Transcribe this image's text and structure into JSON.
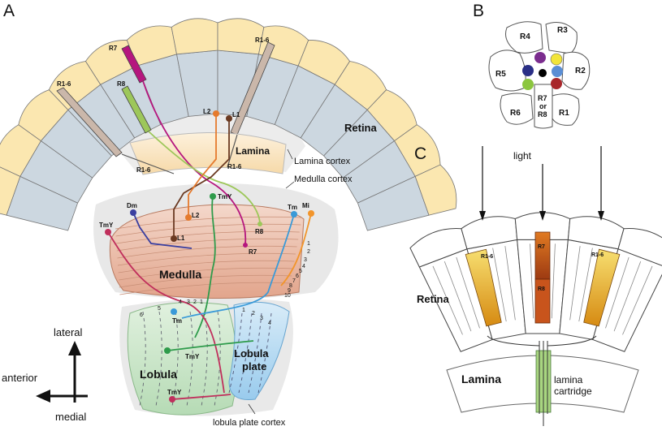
{
  "panels": {
    "a": "A",
    "b": "B",
    "c": "C"
  },
  "panel_a": {
    "regions": {
      "retina": "Retina",
      "lamina": "Lamina",
      "medulla": "Medulla",
      "lobula": "Lobula",
      "lobula_plate_1": "Lobula",
      "lobula_plate_2": "plate"
    },
    "cortex": {
      "lamina": "Lamina cortex",
      "medulla": "Medulla cortex",
      "lobula_plate": "lobula plate cortex"
    },
    "photoreceptors": {
      "r7": "R7",
      "r8": "R8",
      "r16_left": "R1-6",
      "r16_right": "R1-6",
      "r16_lam_left": "R1-6",
      "r16_lam_right": "R1-6"
    },
    "neurons": {
      "l2_top": "L2",
      "l1_top": "L1",
      "tmy_top": "TmY",
      "l2_med": "L2",
      "l1_med": "L1",
      "dm": "Dm",
      "tmy_left": "TmY",
      "tm_right": "Tm",
      "mi": "Mi",
      "r8_med": "R8",
      "r7_med": "R7",
      "tm_lobula": "Tm",
      "tmy_lobula": "TmY",
      "tmy_bottom": "TmY"
    },
    "medulla_layers": [
      "1",
      "2",
      "3",
      "4",
      "5",
      "6",
      "7",
      "8",
      "9",
      "10"
    ],
    "lobula_layers": [
      "1",
      "2",
      "3",
      "4",
      "5",
      "6"
    ],
    "lobula_plate_layers": [
      "1",
      "2",
      "3",
      "4"
    ],
    "axes": {
      "lateral": "lateral",
      "anterior": "anterior",
      "medial": "medial"
    }
  },
  "panel_b": {
    "cells": [
      "R1",
      "R2",
      "R3",
      "R4",
      "R5",
      "R6"
    ],
    "r7": "R7",
    "or": "or",
    "r8": "R8",
    "rhabdomere_colors": {
      "r4": "#7b2d8e",
      "r3": "#f2e53a",
      "r5": "#2a2f86",
      "r2": "#5b8ed4",
      "r6": "#8cc63f",
      "r1": "#a8262a",
      "r7_r8": "#000000"
    }
  },
  "panel_c": {
    "light": "light",
    "retina": "Retina",
    "lamina": "Lamina",
    "r16_left": "R1-6",
    "r16_right": "R1-6",
    "r7": "R7",
    "r8": "R8",
    "cartridge_1": "lamina",
    "cartridge_2": "cartridge"
  }
}
